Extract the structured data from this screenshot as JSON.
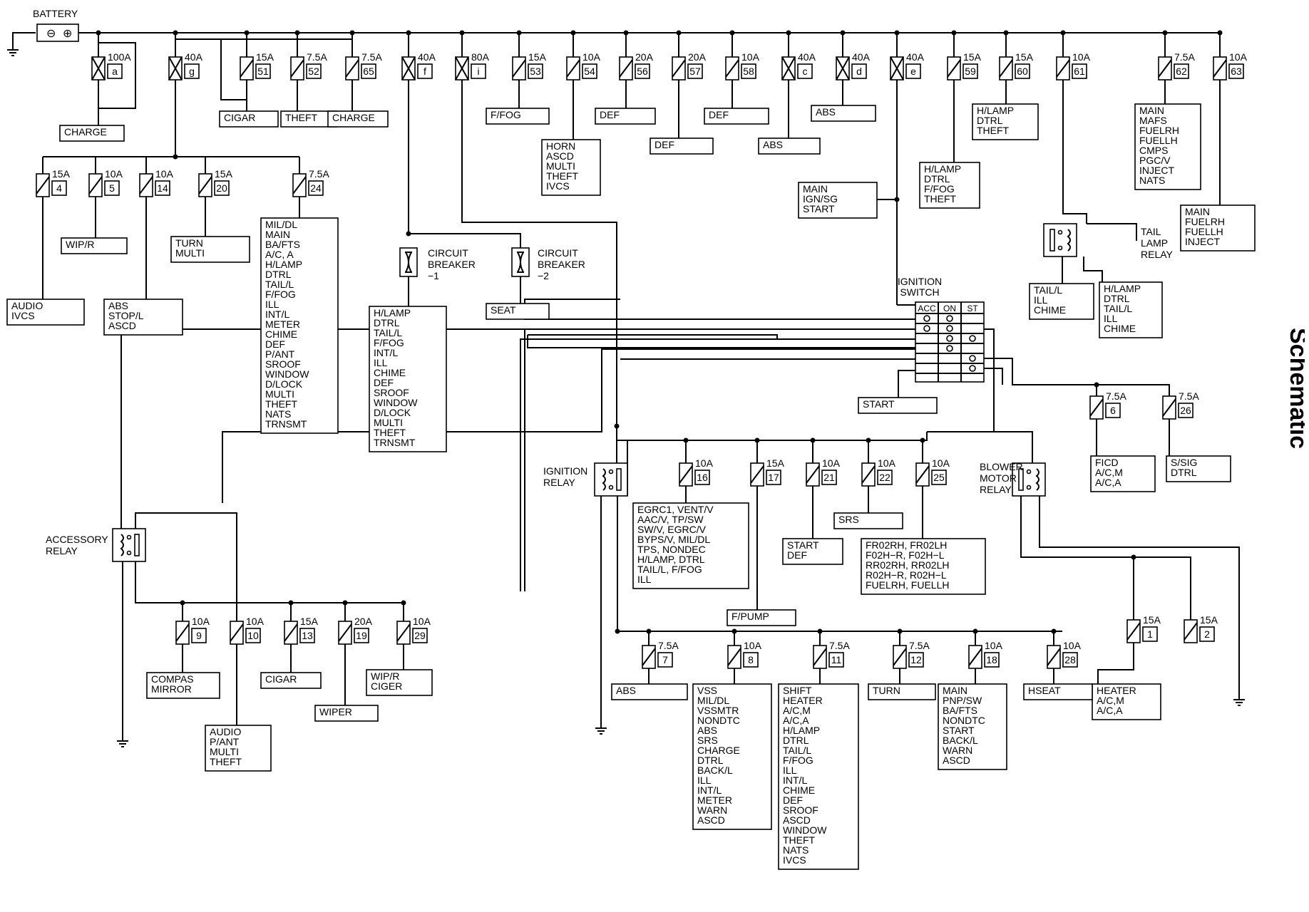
{
  "title": "Schematic",
  "battery": {
    "label": "BATTERY",
    "neg": "⊖",
    "pos": "⊕"
  },
  "fuses": [
    {
      "id": "a",
      "amp": "100A",
      "type": "fusible",
      "loads": [
        "CHARGE"
      ]
    },
    {
      "id": "g",
      "amp": "40A",
      "type": "fusible",
      "loads": []
    },
    {
      "id": "51",
      "amp": "15A",
      "type": "fuse",
      "loads": [
        "CIGAR"
      ]
    },
    {
      "id": "52",
      "amp": "7.5A",
      "type": "fuse",
      "loads": [
        "THEFT"
      ]
    },
    {
      "id": "65",
      "amp": "7.5A",
      "type": "fuse",
      "loads": [
        "CHARGE"
      ]
    },
    {
      "id": "f",
      "amp": "40A",
      "type": "fusible",
      "loads": []
    },
    {
      "id": "i",
      "amp": "80A",
      "type": "fusible",
      "loads": []
    },
    {
      "id": "53",
      "amp": "15A",
      "type": "fuse",
      "loads": [
        "F/FOG"
      ]
    },
    {
      "id": "54",
      "amp": "10A",
      "type": "fuse",
      "loads": [
        "HORN",
        "ASCD",
        "MULTI",
        "THEFT",
        "IVCS"
      ]
    },
    {
      "id": "56",
      "amp": "20A",
      "type": "fuse",
      "loads": [
        "DEF"
      ]
    },
    {
      "id": "57",
      "amp": "20A",
      "type": "fuse",
      "loads": [
        "DEF"
      ]
    },
    {
      "id": "58",
      "amp": "10A",
      "type": "fuse",
      "loads": [
        "DEF"
      ]
    },
    {
      "id": "c",
      "amp": "40A",
      "type": "fusible",
      "loads": [
        "ABS"
      ]
    },
    {
      "id": "d",
      "amp": "40A",
      "type": "fusible",
      "loads": [
        "ABS"
      ]
    },
    {
      "id": "e",
      "amp": "40A",
      "type": "fusible",
      "loads": []
    },
    {
      "id": "59",
      "amp": "15A",
      "type": "fuse",
      "loads": [
        "H/LAMP",
        "DTRL",
        "F/FOG",
        "THEFT"
      ]
    },
    {
      "id": "60",
      "amp": "15A",
      "type": "fuse",
      "loads": [
        "H/LAMP",
        "DTRL",
        "THEFT"
      ]
    },
    {
      "id": "61",
      "amp": "10A",
      "type": "fuse",
      "loads": []
    },
    {
      "id": "62",
      "amp": "7.5A",
      "type": "fuse",
      "loads": [
        "MAIN",
        "MAFS",
        "FUELRH",
        "FUELLH",
        "CMPS",
        "PGC/V",
        "INJECT",
        "NATS"
      ]
    },
    {
      "id": "63",
      "amp": "10A",
      "type": "fuse",
      "loads": [
        "MAIN",
        "FUELRH",
        "FUELLH",
        "INJECT"
      ]
    },
    {
      "id": "4",
      "amp": "15A",
      "type": "fuse",
      "loads": [
        "AUDIO",
        "IVCS"
      ]
    },
    {
      "id": "5",
      "amp": "10A",
      "type": "fuse",
      "loads": [
        "WIP/R"
      ]
    },
    {
      "id": "14",
      "amp": "10A",
      "type": "fuse",
      "loads": [
        "ABS",
        "STOP/L",
        "ASCD"
      ]
    },
    {
      "id": "20",
      "amp": "15A",
      "type": "fuse",
      "loads": [
        "TURN",
        "MULTI"
      ]
    },
    {
      "id": "24",
      "amp": "7.5A",
      "type": "fuse",
      "loads": [
        "MIL/DL",
        "MAIN",
        "BA/FTS",
        "A/C, A",
        "H/LAMP",
        "DTRL",
        "TAIL/L",
        "F/FOG",
        "ILL",
        "INT/L",
        "METER",
        "CHIME",
        "DEF",
        "P/ANT",
        "SROOF",
        "WINDOW",
        "D/LOCK",
        "MULTI",
        "THEFT",
        "NATS",
        "TRNSMT"
      ]
    },
    {
      "id": "6",
      "amp": "7.5A",
      "type": "fuse",
      "loads": [
        "FICD",
        "A/C,M",
        "A/C,A"
      ]
    },
    {
      "id": "26",
      "amp": "7.5A",
      "type": "fuse",
      "loads": [
        "S/SIG",
        "DTRL"
      ]
    },
    {
      "id": "16",
      "amp": "10A",
      "type": "fuse",
      "loads": [
        "EGRC1, VENT/V",
        "AAC/V, TP/SW",
        "SW/V, EGRC/V",
        "BYPS/V, MIL/DL",
        "TPS, NONDEC",
        "H/LAMP, DTRL",
        "TAIL/L, F/FOG",
        "ILL"
      ]
    },
    {
      "id": "17",
      "amp": "15A",
      "type": "fuse",
      "loads": [
        "F/PUMP"
      ]
    },
    {
      "id": "21",
      "amp": "10A",
      "type": "fuse",
      "loads": [
        "START",
        "DEF"
      ]
    },
    {
      "id": "22",
      "amp": "10A",
      "type": "fuse",
      "loads": [
        "SRS"
      ]
    },
    {
      "id": "25",
      "amp": "10A",
      "type": "fuse",
      "loads": [
        "FR02RH, FR02LH",
        "F02H−R, F02H−L",
        "RR02RH, RR02LH",
        "R02H−R, R02H−L",
        "FUELRH, FUELLH"
      ]
    },
    {
      "id": "1",
      "amp": "15A",
      "type": "fuse",
      "loads": [
        "HEATER",
        "A/C,M",
        "A/C,A"
      ]
    },
    {
      "id": "2",
      "amp": "15A",
      "type": "fuse",
      "loads": []
    },
    {
      "id": "9",
      "amp": "10A",
      "type": "fuse",
      "loads": [
        "COMPAS",
        "MIRROR"
      ]
    },
    {
      "id": "10",
      "amp": "10A",
      "type": "fuse",
      "loads": [
        "AUDIO",
        "P/ANT",
        "MULTI",
        "THEFT"
      ]
    },
    {
      "id": "13",
      "amp": "15A",
      "type": "fuse",
      "loads": [
        "CIGAR"
      ]
    },
    {
      "id": "19",
      "amp": "20A",
      "type": "fuse",
      "loads": [
        "WIPER"
      ]
    },
    {
      "id": "29",
      "amp": "10A",
      "type": "fuse",
      "loads": [
        "WIP/R",
        "CIGER"
      ]
    },
    {
      "id": "7",
      "amp": "7.5A",
      "type": "fuse",
      "loads": [
        "ABS"
      ]
    },
    {
      "id": "8",
      "amp": "10A",
      "type": "fuse",
      "loads": [
        "VSS",
        "MIL/DL",
        "VSSMTR",
        "NONDTC",
        "ABS",
        "SRS",
        "CHARGE",
        "DTRL",
        "BACK/L",
        "ILL",
        "INT/L",
        "METER",
        "WARN",
        "ASCD"
      ]
    },
    {
      "id": "11",
      "amp": "7.5A",
      "type": "fuse",
      "loads": [
        "SHIFT",
        "HEATER",
        "A/C,M",
        "A/C,A",
        "H/LAMP",
        "DTRL",
        "TAIL/L",
        "F/FOG",
        "ILL",
        "INT/L",
        "CHIME",
        "DEF",
        "SROOF",
        "ASCD",
        "WINDOW",
        "THEFT",
        "NATS",
        "IVCS"
      ]
    },
    {
      "id": "12",
      "amp": "7.5A",
      "type": "fuse",
      "loads": [
        "TURN"
      ]
    },
    {
      "id": "18",
      "amp": "10A",
      "type": "fuse",
      "loads": [
        "MAIN",
        "PNP/SW",
        "BA/FTS",
        "NONDTC",
        "START",
        "BACK/L",
        "WARN",
        "ASCD"
      ]
    },
    {
      "id": "28",
      "amp": "10A",
      "type": "fuse",
      "loads": [
        "HSEAT"
      ]
    }
  ],
  "breakers": [
    {
      "label": [
        "CIRCUIT",
        "BREAKER",
        "−1"
      ],
      "loads": [
        "H/LAMP",
        "DTRL",
        "TAIL/L",
        "F/FOG",
        "INT/L",
        "ILL",
        "CHIME",
        "DEF",
        "SROOF",
        "WINDOW",
        "D/LOCK",
        "MULTI",
        "THEFT",
        "TRNSMT"
      ]
    },
    {
      "label": [
        "CIRCUIT",
        "BREAKER",
        "−2"
      ],
      "loads": [
        "SEAT"
      ]
    }
  ],
  "relays": {
    "tail": [
      "TAIL",
      "LAMP",
      "RELAY"
    ],
    "tail_loads_a": [
      "TAIL/L",
      "ILL",
      "CHIME"
    ],
    "tail_loads_b": [
      "H/LAMP",
      "DTRL",
      "TAIL/L",
      "ILL",
      "CHIME"
    ],
    "ignition": [
      "IGNITION",
      "RELAY"
    ],
    "blower": [
      "BLOWER",
      "MOTOR",
      "RELAY"
    ],
    "accessory": [
      "ACCESSORY",
      "RELAY"
    ]
  },
  "ignition_switch": {
    "label": [
      "IGNITION",
      "SWITCH"
    ],
    "columns": [
      "ACC",
      "ON",
      "ST"
    ],
    "main_box": [
      "MAIN",
      "IGN/SG",
      "START"
    ],
    "start_box": "START"
  }
}
